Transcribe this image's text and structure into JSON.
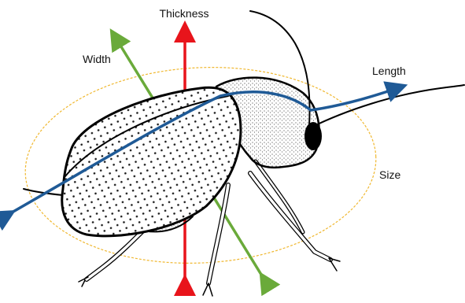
{
  "labels": {
    "thickness": "Thickness",
    "width": "Width",
    "length": "Length",
    "size": "Size"
  },
  "colors": {
    "thickness_arrow": "#e8141b",
    "width_arrow": "#6aaa3a",
    "length_arrow": "#1f5a96",
    "size_ellipse": "#f0b830",
    "outline": "#000000"
  },
  "icons": {
    "subject": "beetle-illustration"
  }
}
